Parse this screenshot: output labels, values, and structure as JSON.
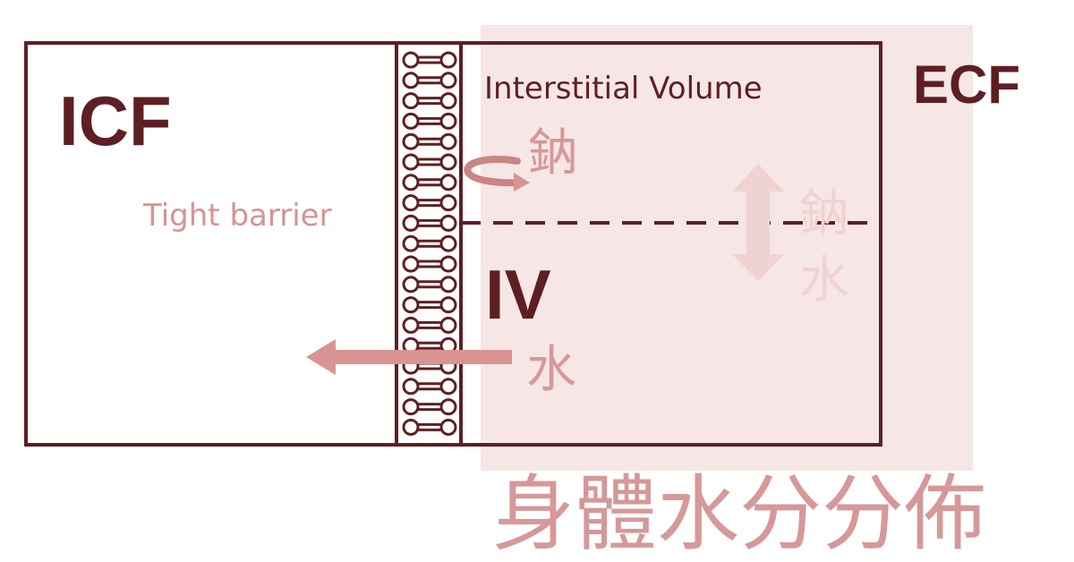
{
  "diagram": {
    "icf_label": "ICF",
    "ecf_label": "ECF",
    "interstitial_label": "Interstitial Volume",
    "iv_label": "IV",
    "tight_barrier_label": "Tight barrier",
    "sodium_label": "鈉",
    "water_label": "水",
    "exchange_sodium_label": "鈉",
    "exchange_water_label": "水",
    "caption": "身體水分分佈"
  },
  "colors": {
    "outline": "#5e1f24",
    "ecf_shade": "#f7e6e6",
    "arrow_water": "#d99393",
    "arrow_sodium": "#c98585",
    "faint": "#efd3d3",
    "caption": "#d69898",
    "tight_barrier": "#d49494",
    "text_dark": "#5e1f24"
  }
}
